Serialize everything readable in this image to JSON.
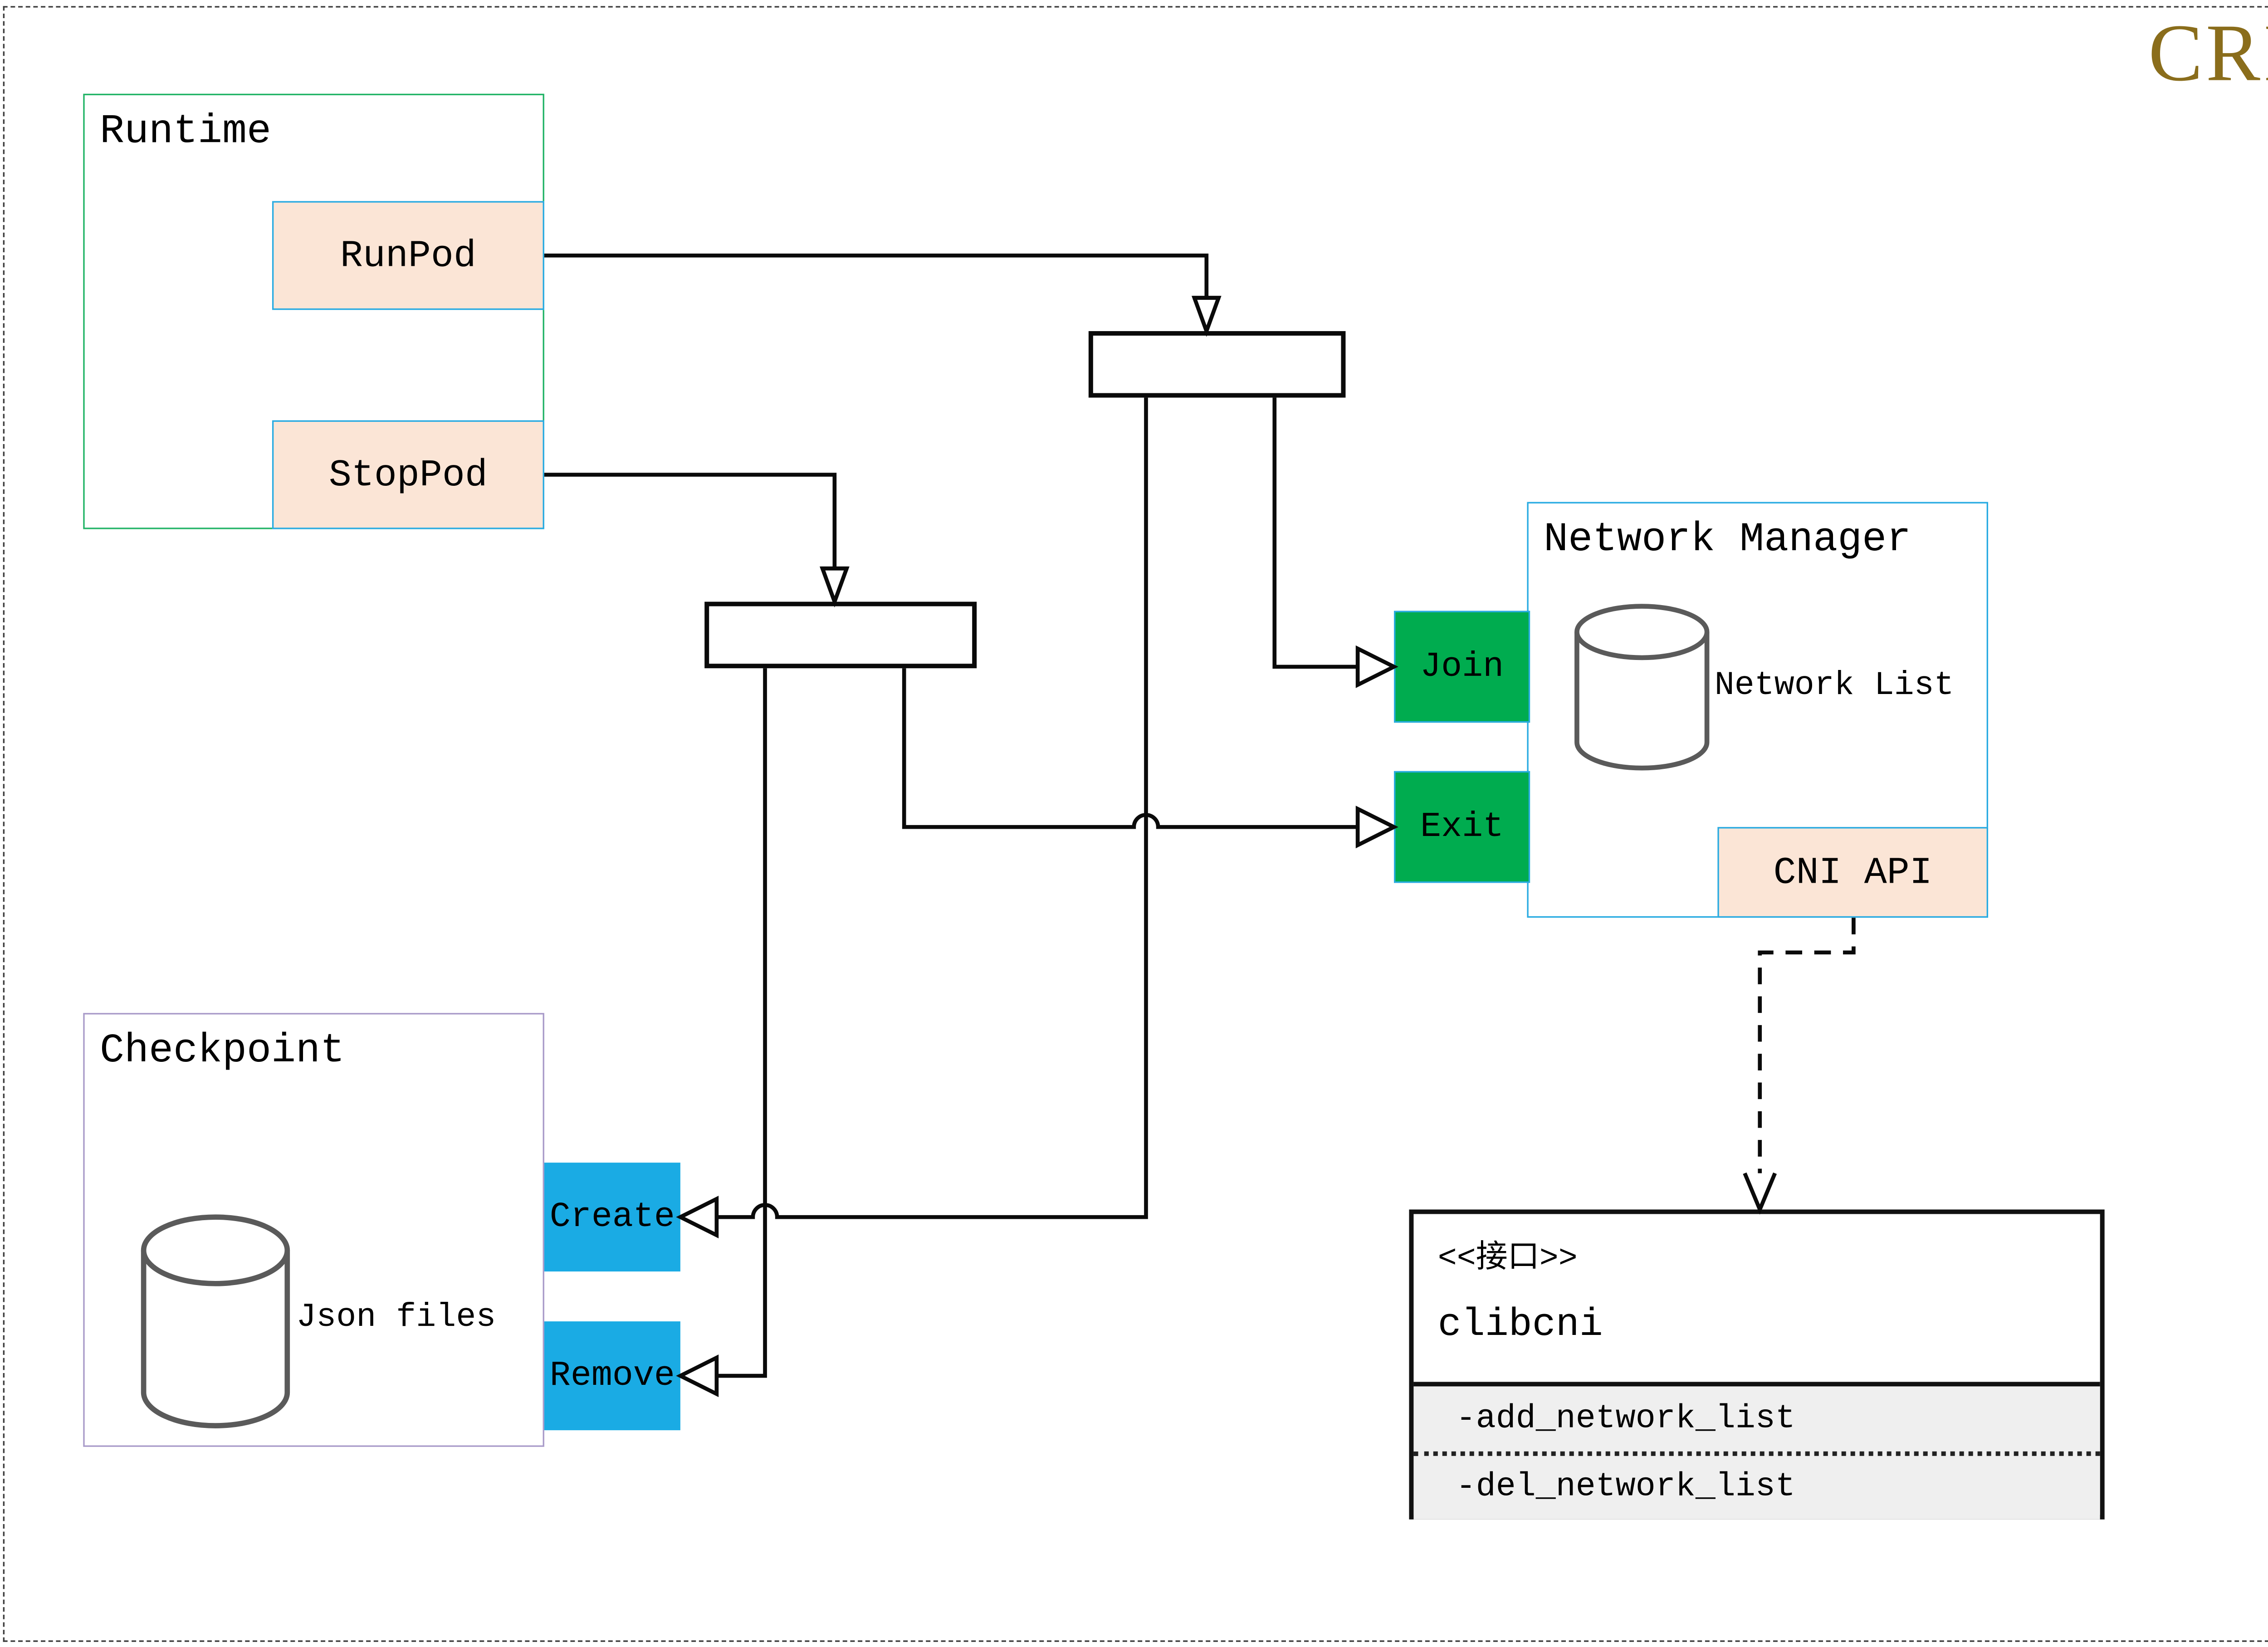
{
  "page": {
    "badge": "CRI"
  },
  "runtime": {
    "title": "Runtime",
    "run_button": "RunPod",
    "stop_button": "StopPod"
  },
  "network_manager": {
    "title": "Network Manager",
    "list_label": "Network List",
    "list_icon": "database-cylinder-icon",
    "join_button": "Join",
    "exit_button": "Exit",
    "cni_api_button": "CNI API"
  },
  "checkpoint": {
    "title": "Checkpoint",
    "files_label": "Json files",
    "files_icon": "database-cylinder-icon",
    "create_button": "Create",
    "remove_button": "Remove"
  },
  "clibcni": {
    "stereotype": "<<接口>>",
    "name": "clibcni",
    "method_add": "-add_network_list",
    "method_del": "-del_network_list"
  },
  "colors": {
    "cri_gold": "#8a6d1b",
    "runtime_border_green": "#21b366",
    "network_manager_border_blue": "#29abe2",
    "checkpoint_border_purple": "#a99bc9",
    "action_green": "#00ac4f",
    "action_blue": "#1aabe4",
    "api_peach": "#fbe5d6",
    "methods_gray": "#efefef",
    "connector_black": "#0a0a0a"
  }
}
